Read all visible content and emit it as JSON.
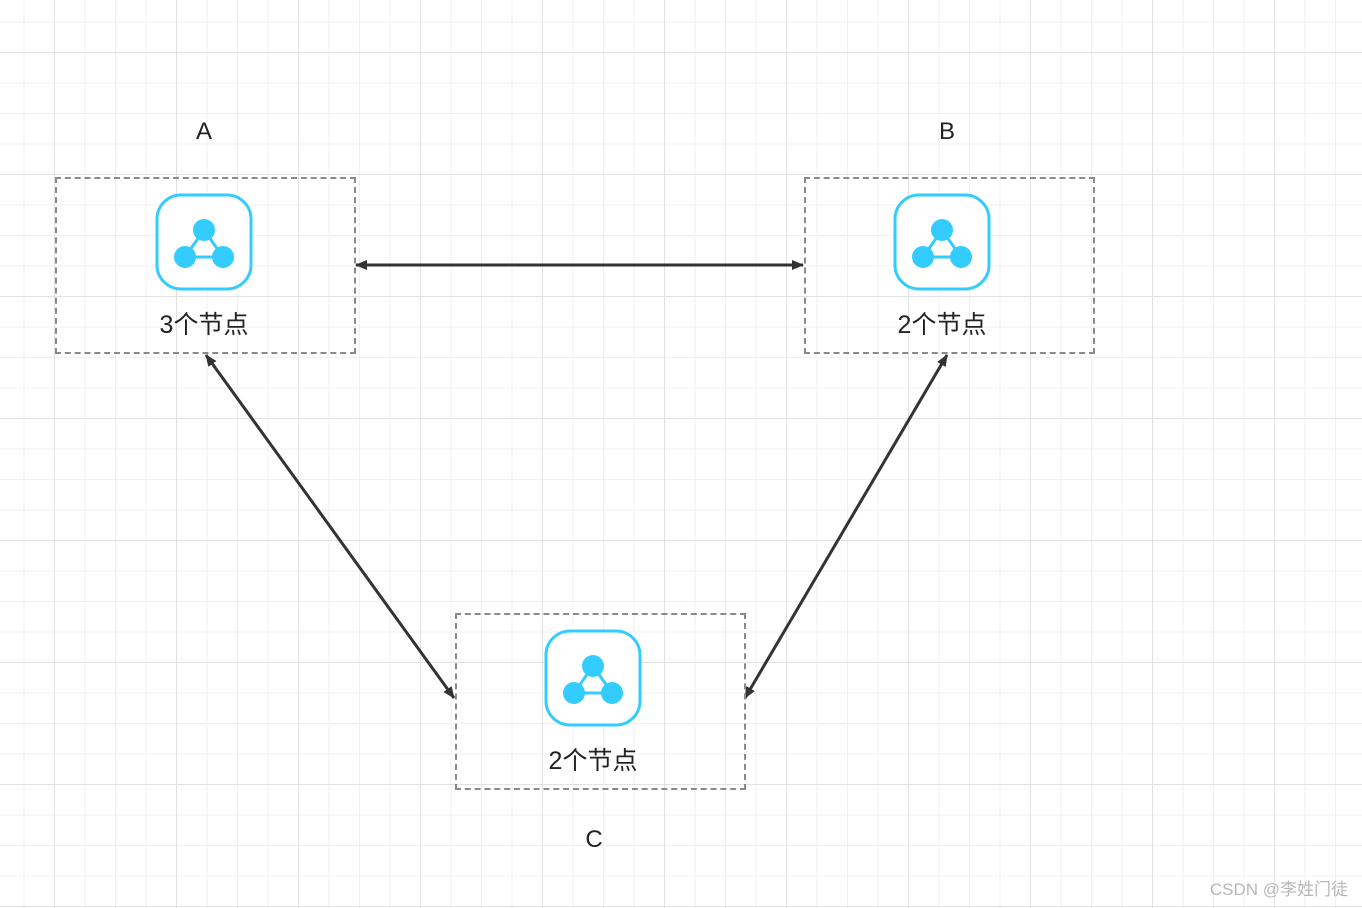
{
  "diagram": {
    "clusters": [
      {
        "id": "A",
        "label": "A",
        "caption": "3个节点",
        "icon": "cluster-icon"
      },
      {
        "id": "B",
        "label": "B",
        "caption": "2个节点",
        "icon": "cluster-icon"
      },
      {
        "id": "C",
        "label": "C",
        "caption": "2个节点",
        "icon": "cluster-icon"
      }
    ],
    "edges": [
      {
        "from": "A",
        "to": "B",
        "arrows": "both"
      },
      {
        "from": "A",
        "to": "C",
        "arrows": "both"
      },
      {
        "from": "B",
        "to": "C",
        "arrows": "both"
      }
    ],
    "colors": {
      "icon": "#33ccff",
      "edge": "#333333",
      "box_border": "#8a8a8a"
    }
  },
  "watermark": "CSDN @李姓门徒"
}
